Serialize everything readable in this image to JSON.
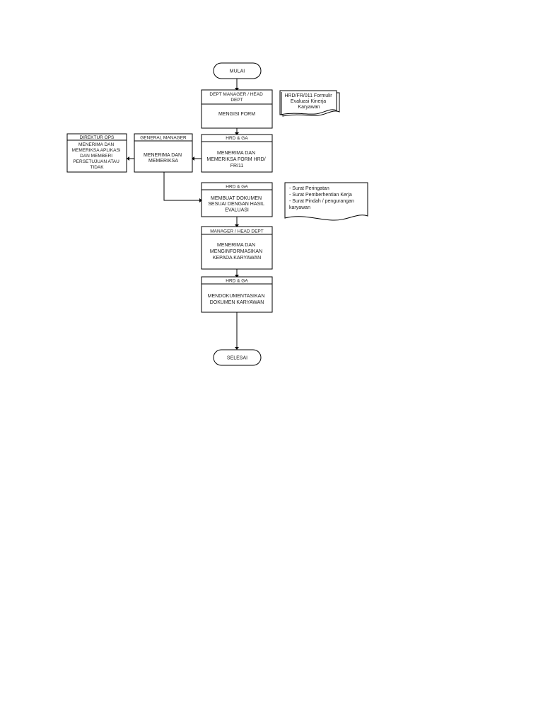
{
  "terminals": {
    "start": "MULAI",
    "end": "SELESAI"
  },
  "steps": {
    "dept_manager": {
      "header_lines": [
        "DEPT MANAGER / HEAD",
        "DEPT"
      ],
      "body_lines": [
        "MENGISI FORM"
      ]
    },
    "hrd_review": {
      "header_lines": [
        "HRD & GA"
      ],
      "body_lines": [
        "MENERIMA DAN",
        "MEMERIKSA FORM HRD/",
        "FR/11"
      ]
    },
    "general_manager": {
      "header_lines": [
        "GENERAL MANAGER"
      ],
      "body_lines": [
        "MENERIMA DAN",
        "MEMERIKSA"
      ]
    },
    "direktur_ops": {
      "header_lines": [
        "DIREKTUR OPS"
      ],
      "body_lines": [
        "MENERIMA DAN",
        "MEMERIKSA APLIKASI",
        "DAN MEMBERI",
        "PERSETUJUAN ATAU",
        "TIDAK"
      ]
    },
    "hrd_document": {
      "header_lines": [
        "HRD & GA"
      ],
      "body_lines": [
        "MEMBUAT DOKUMEN",
        "SESUAI DENGAN HASIL",
        "EVALUASI"
      ]
    },
    "manager_inform": {
      "header_lines": [
        "MANAGER / HEAD DEPT"
      ],
      "body_lines": [
        "MENERIMA DAN",
        "MENGINFORMASIKAN",
        "KEPADA KARYAWAN"
      ]
    },
    "hrd_archive": {
      "header_lines": [
        "HRD & GA"
      ],
      "body_lines": [
        "MENDOKUMENTASIKAN",
        "DOKUMEN KARYAWAN"
      ]
    }
  },
  "documents": {
    "form_doc": {
      "lines": [
        "HRD/FR/011  Formulir",
        "Evaluasi Kinerja",
        "Karyawan"
      ]
    },
    "output_doc": {
      "lines": [
        "- Surat Peringatan",
        "- Surat Pemberhentian Kerja",
        "- Surat Pindah / pengurangan",
        "karyawan"
      ]
    }
  }
}
